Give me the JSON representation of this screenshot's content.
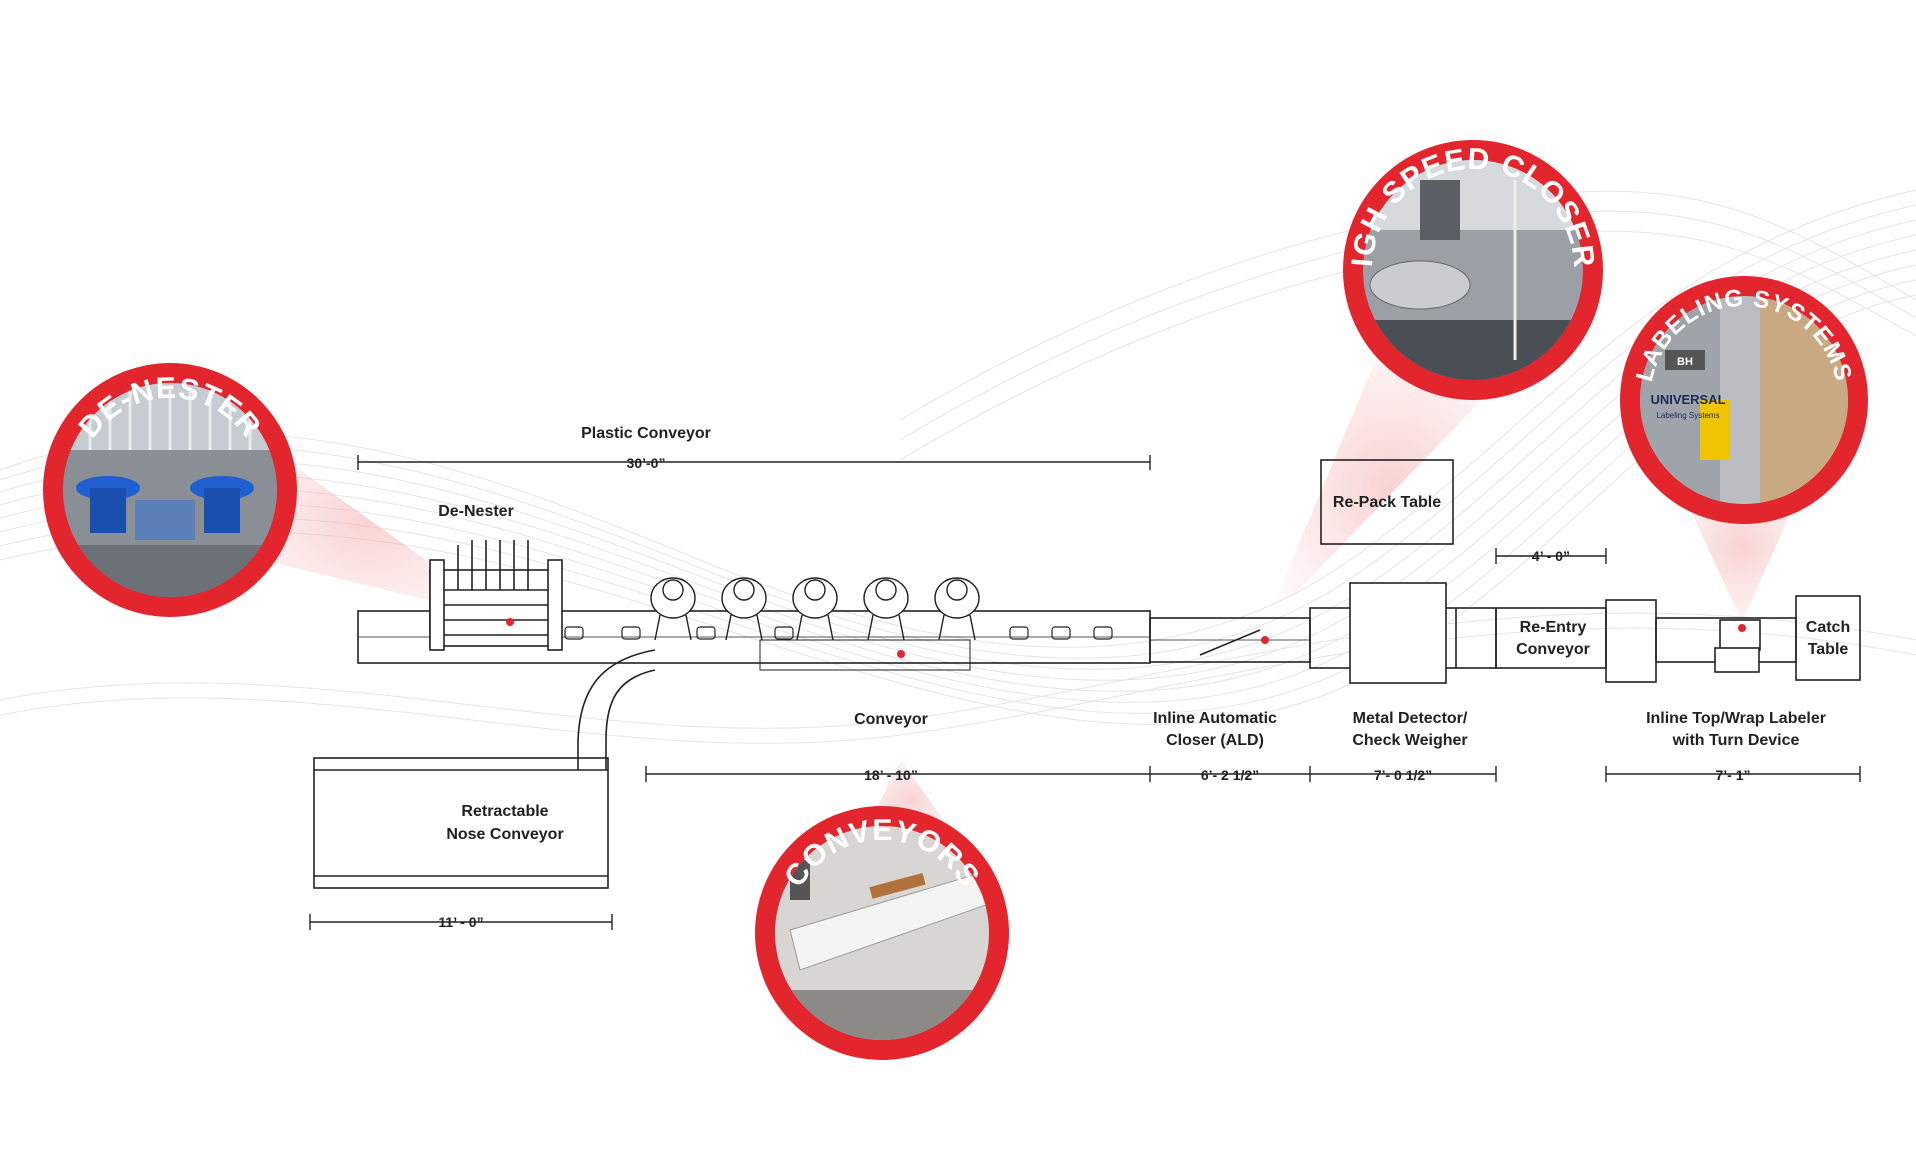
{
  "callouts": {
    "denester": "DE-NESTER",
    "high_speed_closers": "HIGH SPEED CLOSERS",
    "labeling_systems": "LABELING SYSTEMS",
    "conveyors": "CONVEYORS"
  },
  "photo_text": {
    "labeler_brand": "UNIVERSAL",
    "labeler_sub": "Labeling Systems",
    "labeler_badge": "BH"
  },
  "labels": {
    "plastic_conveyor": "Plastic Conveyor",
    "denester": "De-Nester",
    "repack_table": "Re-Pack Table",
    "conveyor": "Conveyor",
    "retractable_line1": "Retractable",
    "retractable_line2": "Nose Conveyor",
    "inline_closer_line1": "Inline Automatic",
    "inline_closer_line2": "Closer (ALD)",
    "metal_detector_line1": "Metal Detector/",
    "metal_detector_line2": "Check Weigher",
    "reentry_line1": "Re-Entry",
    "reentry_line2": "Conveyor",
    "labeler_line1": "Inline Top/Wrap Labeler",
    "labeler_line2": "with Turn Device",
    "catch_line1": "Catch",
    "catch_line2": "Table"
  },
  "dimensions": {
    "plastic_conveyor": "30’-0”",
    "conveyor": "18’ - 10”",
    "retractable": "11’ - 0”",
    "closer": "6’- 2 1/2”",
    "metal_detector": "7’- 0 1/2”",
    "reentry_gap": "4’ - 0”",
    "labeler": "7’- 1”"
  },
  "colors": {
    "callout_red": "#e3262d",
    "line": "#222222",
    "marker_red": "#e3262d"
  }
}
